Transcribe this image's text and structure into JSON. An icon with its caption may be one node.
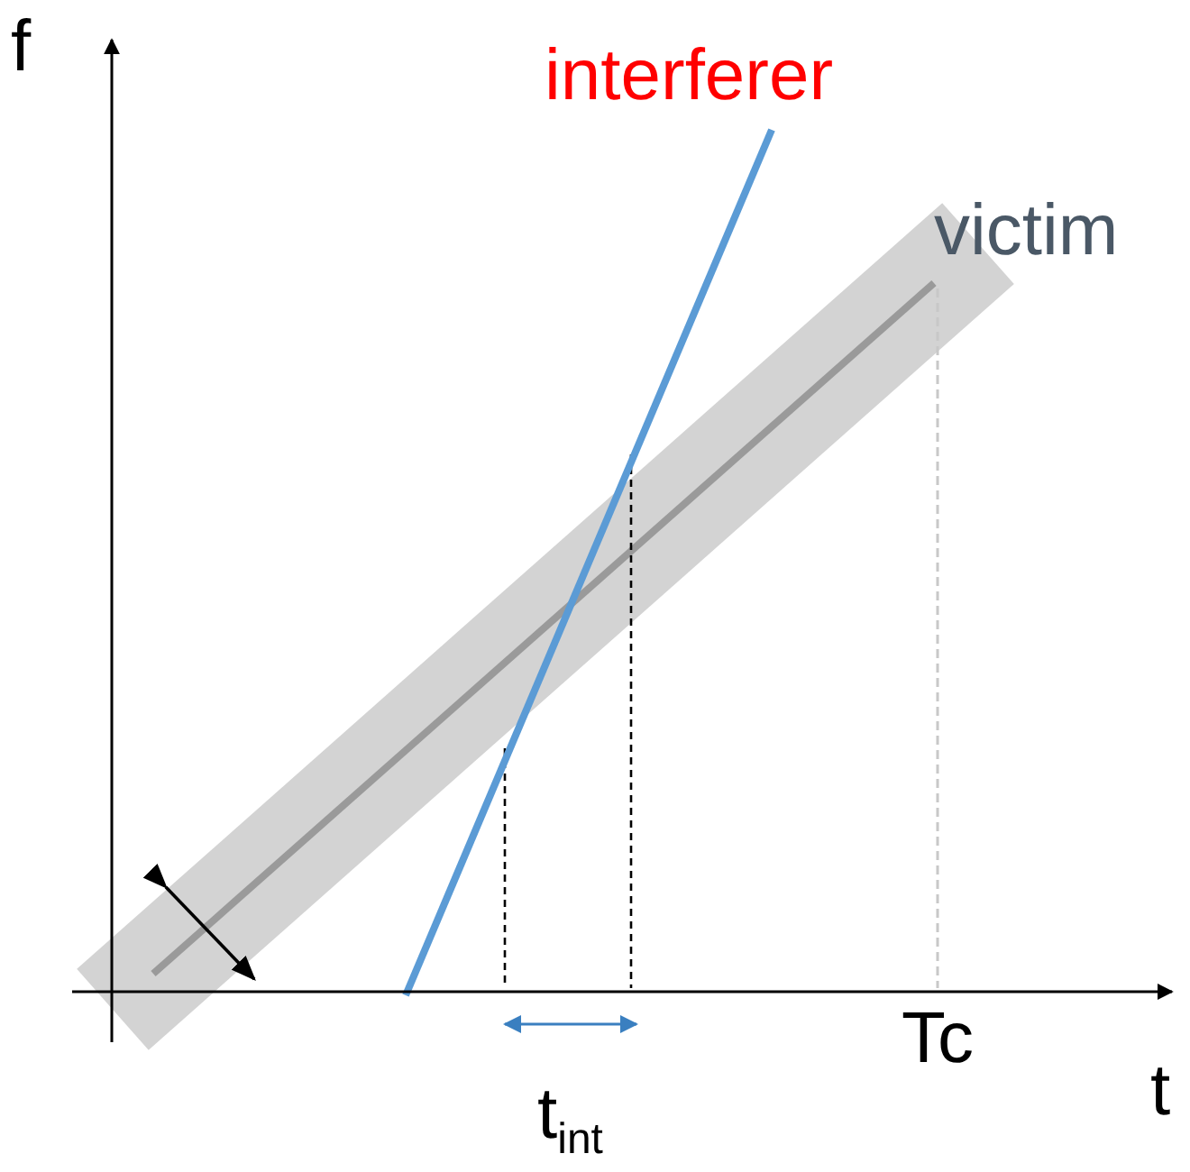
{
  "diagram": {
    "labels": [
      "f",
      "interferer",
      "victim",
      "Tc",
      "t",
      "t$_{int}$"
    ]
  }
}
